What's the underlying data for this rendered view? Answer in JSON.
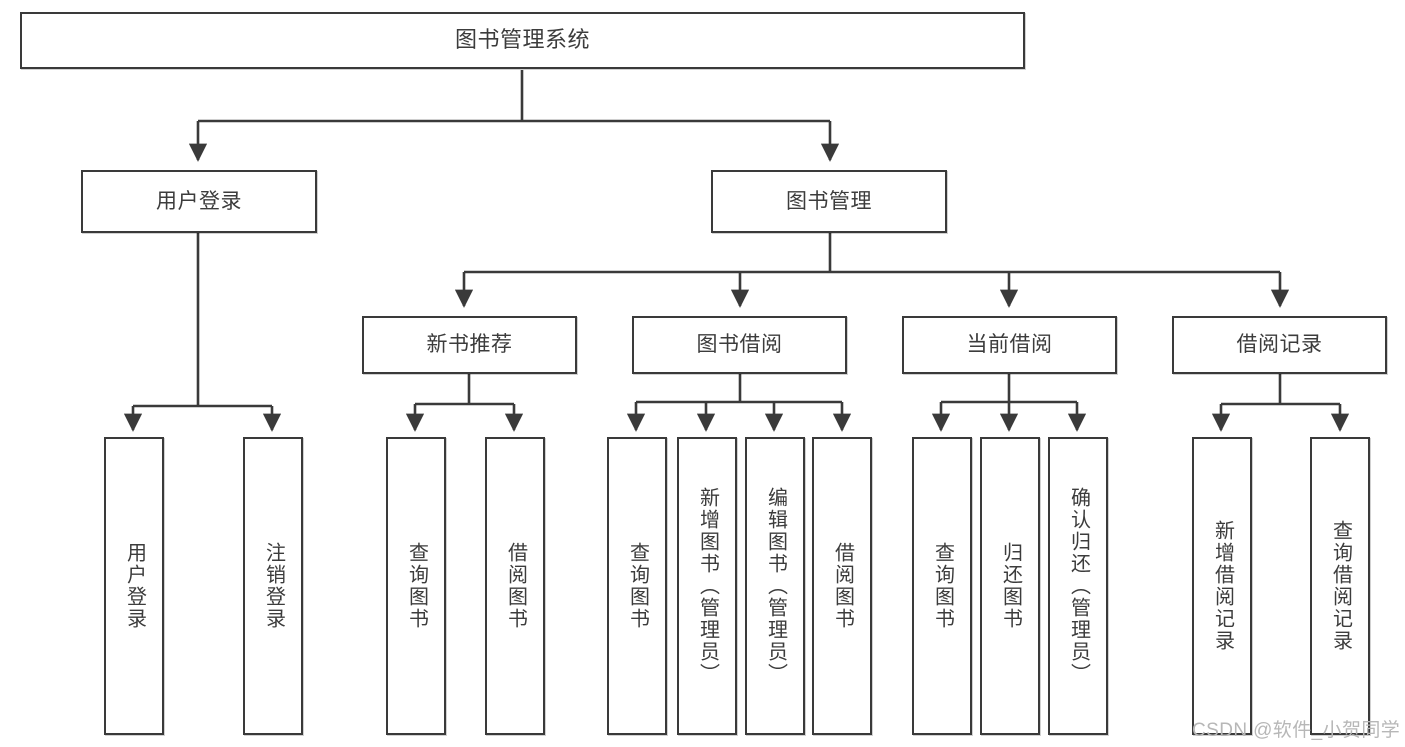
{
  "diagram": {
    "title": "图书管理系统",
    "root": {
      "label": "图书管理系统"
    },
    "level2": [
      {
        "label": "用户登录"
      },
      {
        "label": "图书管理"
      }
    ],
    "level3": [
      {
        "label": "新书推荐"
      },
      {
        "label": "图书借阅"
      },
      {
        "label": "当前借阅"
      },
      {
        "label": "借阅记录"
      }
    ],
    "leaves": {
      "user_login": [
        {
          "label": "用户登录"
        },
        {
          "label": "注销登录"
        }
      ],
      "new_book_recommend": [
        {
          "label": "查询图书"
        },
        {
          "label": "借阅图书"
        }
      ],
      "book_borrow": [
        {
          "label": "查询图书"
        },
        {
          "label": "新增图书（管理员）"
        },
        {
          "label": "编辑图书（管理员）"
        },
        {
          "label": "借阅图书"
        }
      ],
      "current_borrow": [
        {
          "label": "查询图书"
        },
        {
          "label": "归还图书"
        },
        {
          "label": "确认归还（管理员）"
        }
      ],
      "borrow_record": [
        {
          "label": "新增借阅记录"
        },
        {
          "label": "查询借阅记录"
        }
      ]
    }
  },
  "watermark": {
    "text": "CSDN @软件_小贺同学"
  },
  "colors": {
    "border": "#3a3a3a",
    "text": "#3c3c3c",
    "background": "#ffffff",
    "watermark": "#b7b7b7"
  }
}
